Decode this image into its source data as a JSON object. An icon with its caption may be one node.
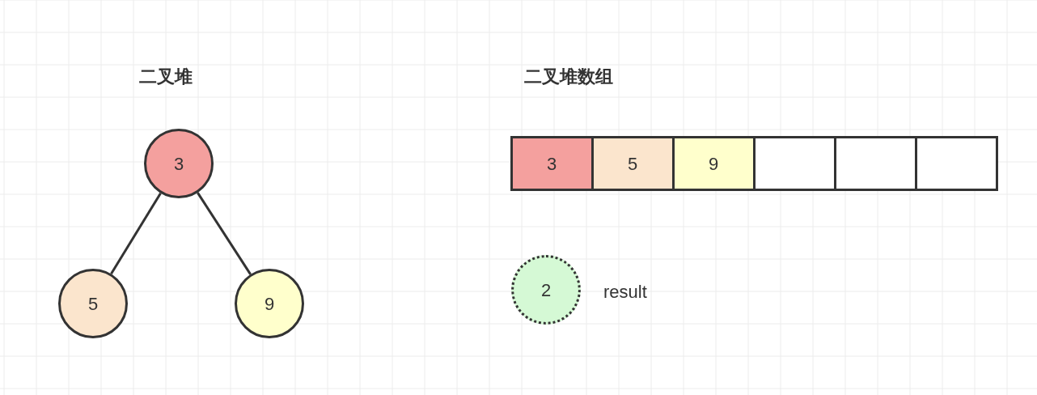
{
  "diagram": {
    "nodes": [
      {
        "text": [
          "3"
        ]
      },
      {
        "text": [
          "5"
        ]
      },
      {
        "text": [
          "9"
        ]
      },
      {
        "text": [
          "3"
        ]
      },
      {
        "text": [
          "5"
        ]
      },
      {
        "text": [
          "9"
        ]
      },
      {
        "text": [],
        "shape": "box"
      },
      {
        "text": [],
        "shape": "box"
      },
      {
        "text": [],
        "shape": "box"
      },
      {
        "text": [
          "2"
        ],
        "beside": [
          "result"
        ]
      }
    ],
    "edges": [
      {
        "from": 0,
        "to": 1,
        "arrow": "none"
      },
      {
        "from": 0,
        "to": 2,
        "arrow": "none"
      }
    ],
    "labels": [
      "二叉堆",
      "二叉堆数组"
    ]
  }
}
